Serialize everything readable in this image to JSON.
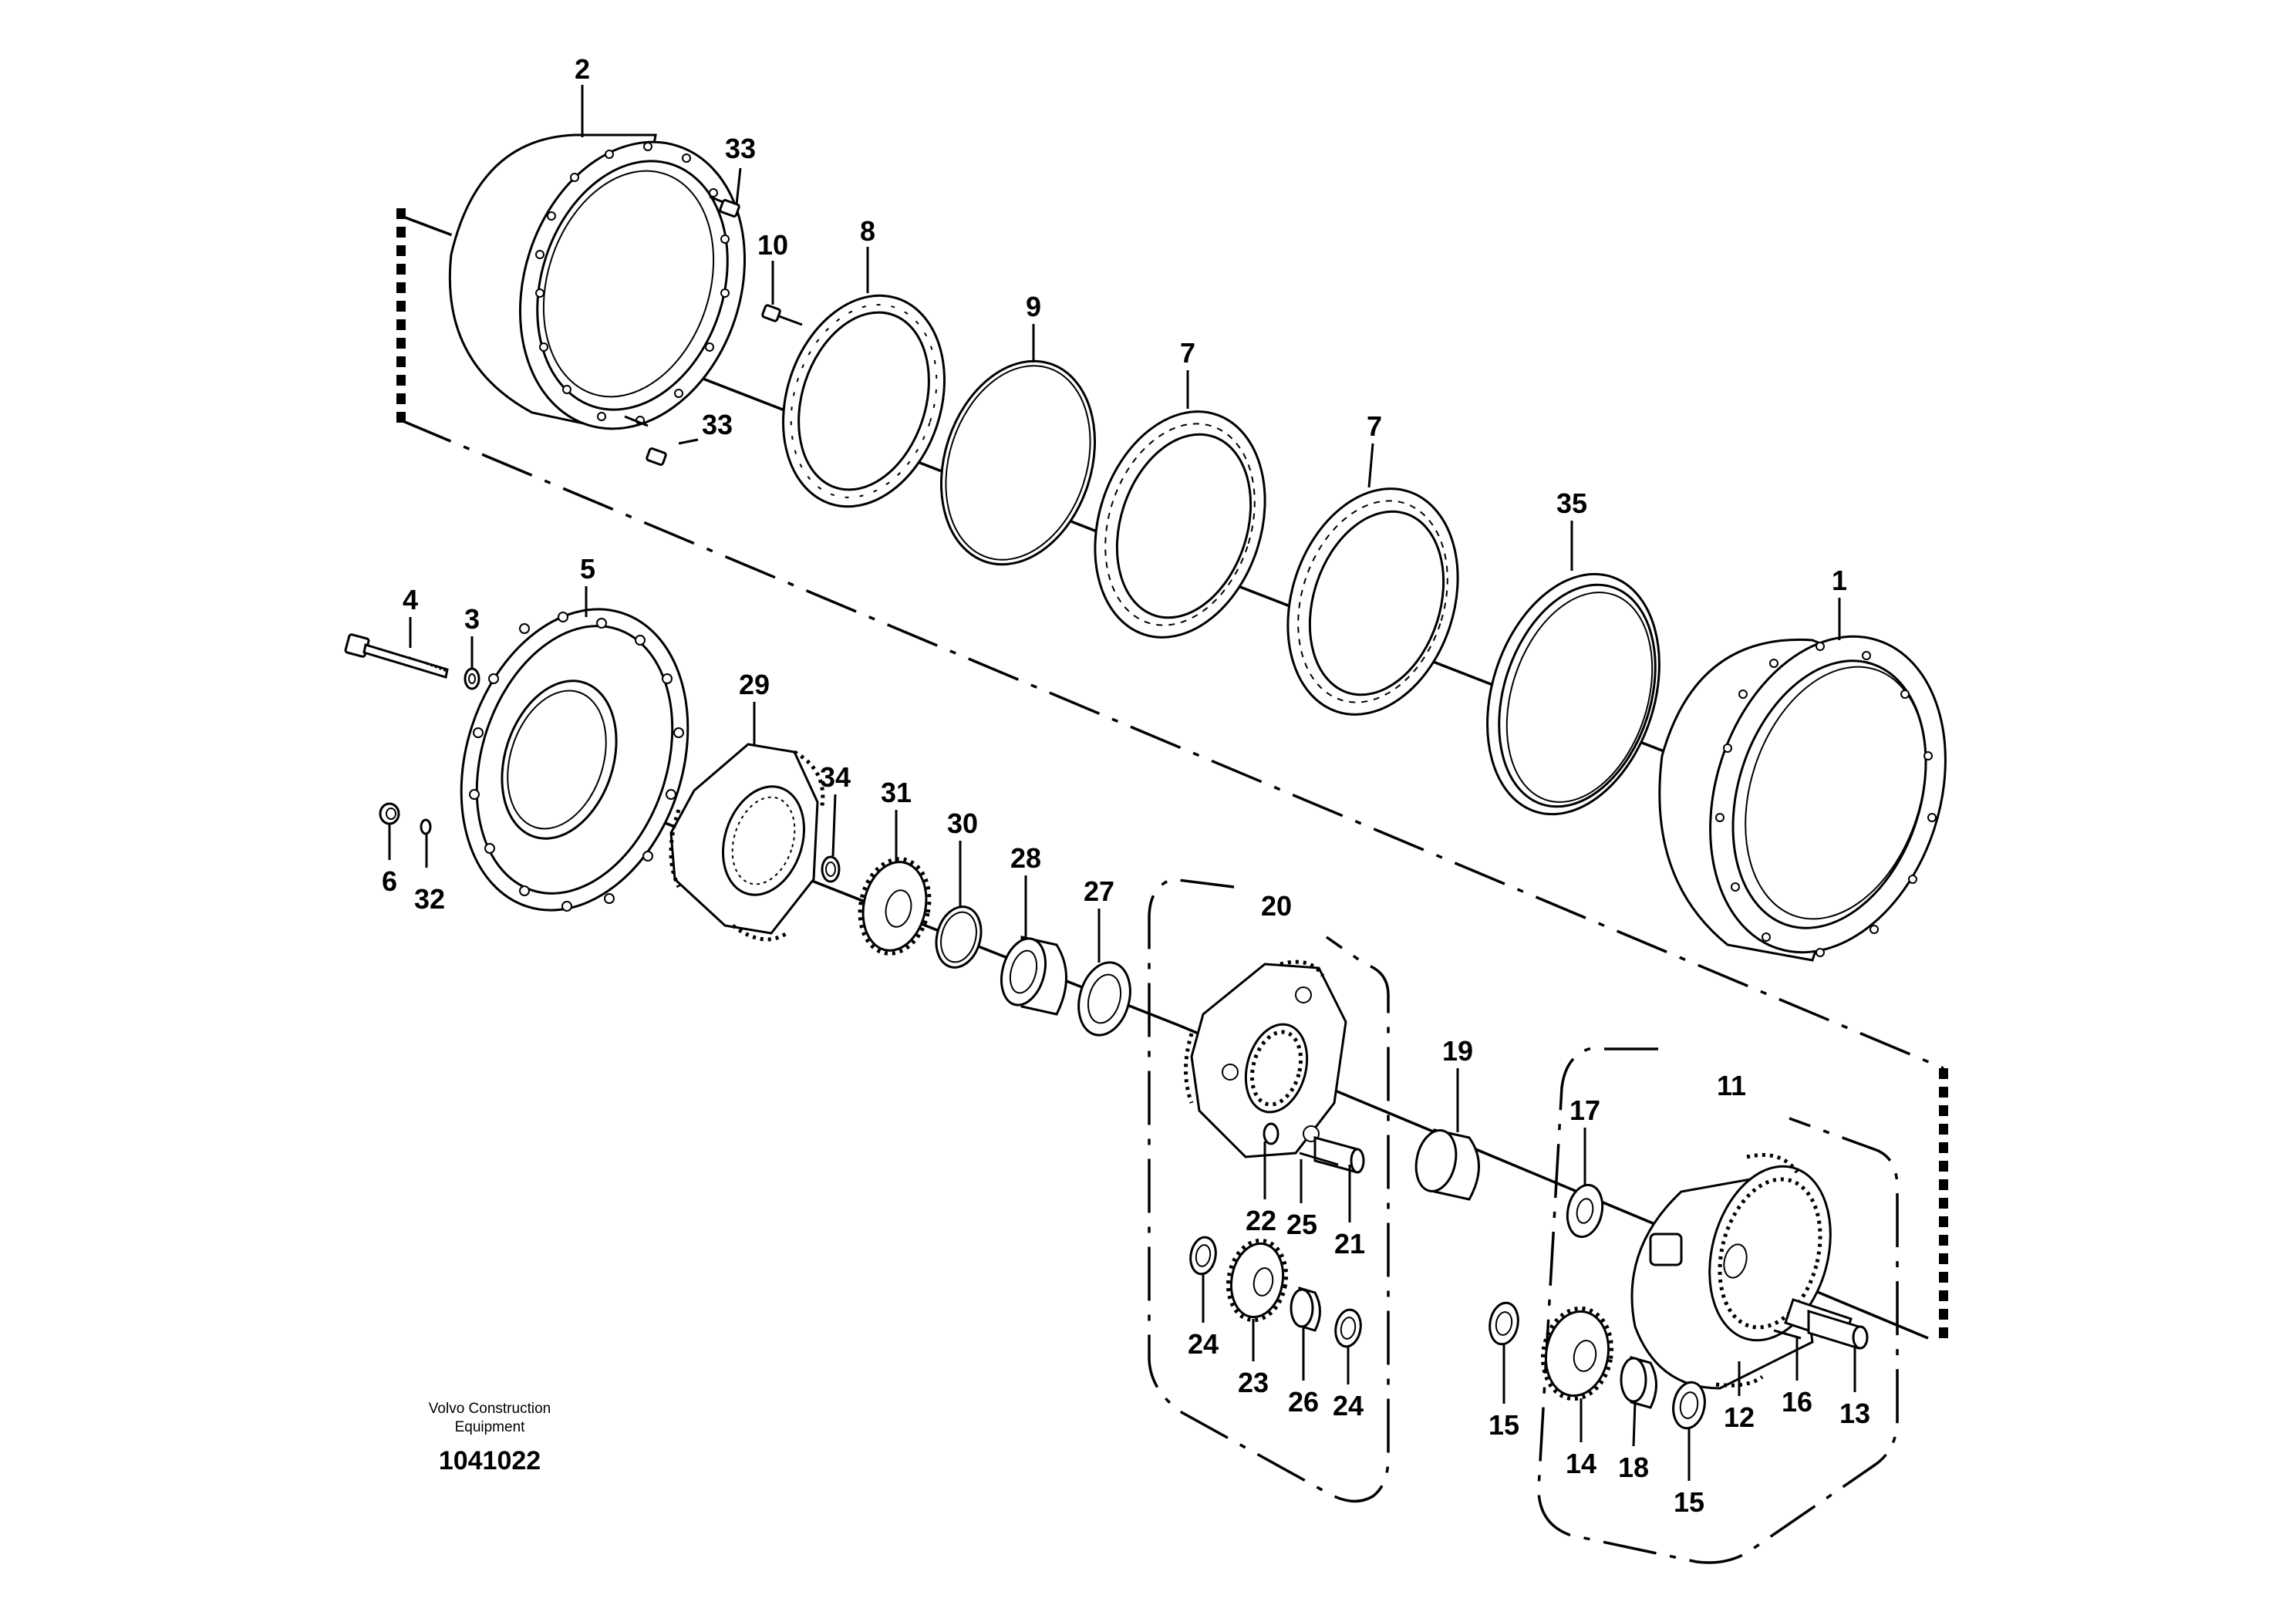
{
  "brand": {
    "line1": "Volvo Construction",
    "line2": "Equipment",
    "drawing_number": "1041022"
  },
  "callouts": {
    "c1": "1",
    "c2": "2",
    "c3": "3",
    "c4": "4",
    "c5": "5",
    "c6": "6",
    "c7a": "7",
    "c7b": "7",
    "c8": "8",
    "c9": "9",
    "c10": "10",
    "c11": "11",
    "c12": "12",
    "c13": "13",
    "c14": "14",
    "c15a": "15",
    "c15b": "15",
    "c16": "16",
    "c17": "17",
    "c18": "18",
    "c19": "19",
    "c20": "20",
    "c21": "21",
    "c22": "22",
    "c23": "23",
    "c24a": "24",
    "c24b": "24",
    "c25": "25",
    "c26": "26",
    "c27": "27",
    "c28": "28",
    "c29": "29",
    "c30": "30",
    "c31": "31",
    "c32": "32",
    "c33a": "33",
    "c33b": "33",
    "c34": "34",
    "c35": "35"
  }
}
